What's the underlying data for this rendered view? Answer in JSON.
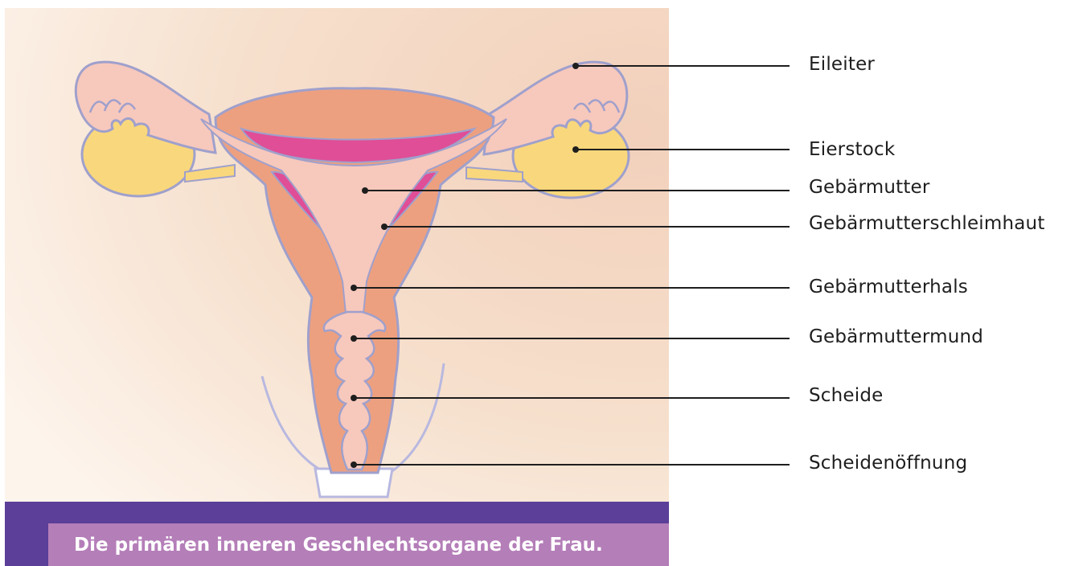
{
  "labels": [
    {
      "key": "eileiter",
      "text": "Eileiter"
    },
    {
      "key": "eierstock",
      "text": "Eierstock"
    },
    {
      "key": "gebaermutter",
      "text": "Gebärmutter"
    },
    {
      "key": "schleimhaut",
      "text": "Gebärmutterschleimhaut"
    },
    {
      "key": "hals",
      "text": "Gebärmutterhals"
    },
    {
      "key": "mund",
      "text": "Gebärmuttermund"
    },
    {
      "key": "scheide",
      "text": "Scheide"
    },
    {
      "key": "oeffnung",
      "text": "Scheidenöffnung"
    }
  ],
  "caption": "Die primären inneren Geschlechtsorgane der Frau.",
  "colors": {
    "background": "#f4dcc6",
    "tube": "#f7c8bc",
    "uterus_wall": "#eda07f",
    "endometrium": "#df4e96",
    "ovary": "#f9d77c",
    "outline": "#9fa0cc",
    "caption_band": "#5b3f98",
    "caption_box": "#b47eb8"
  }
}
